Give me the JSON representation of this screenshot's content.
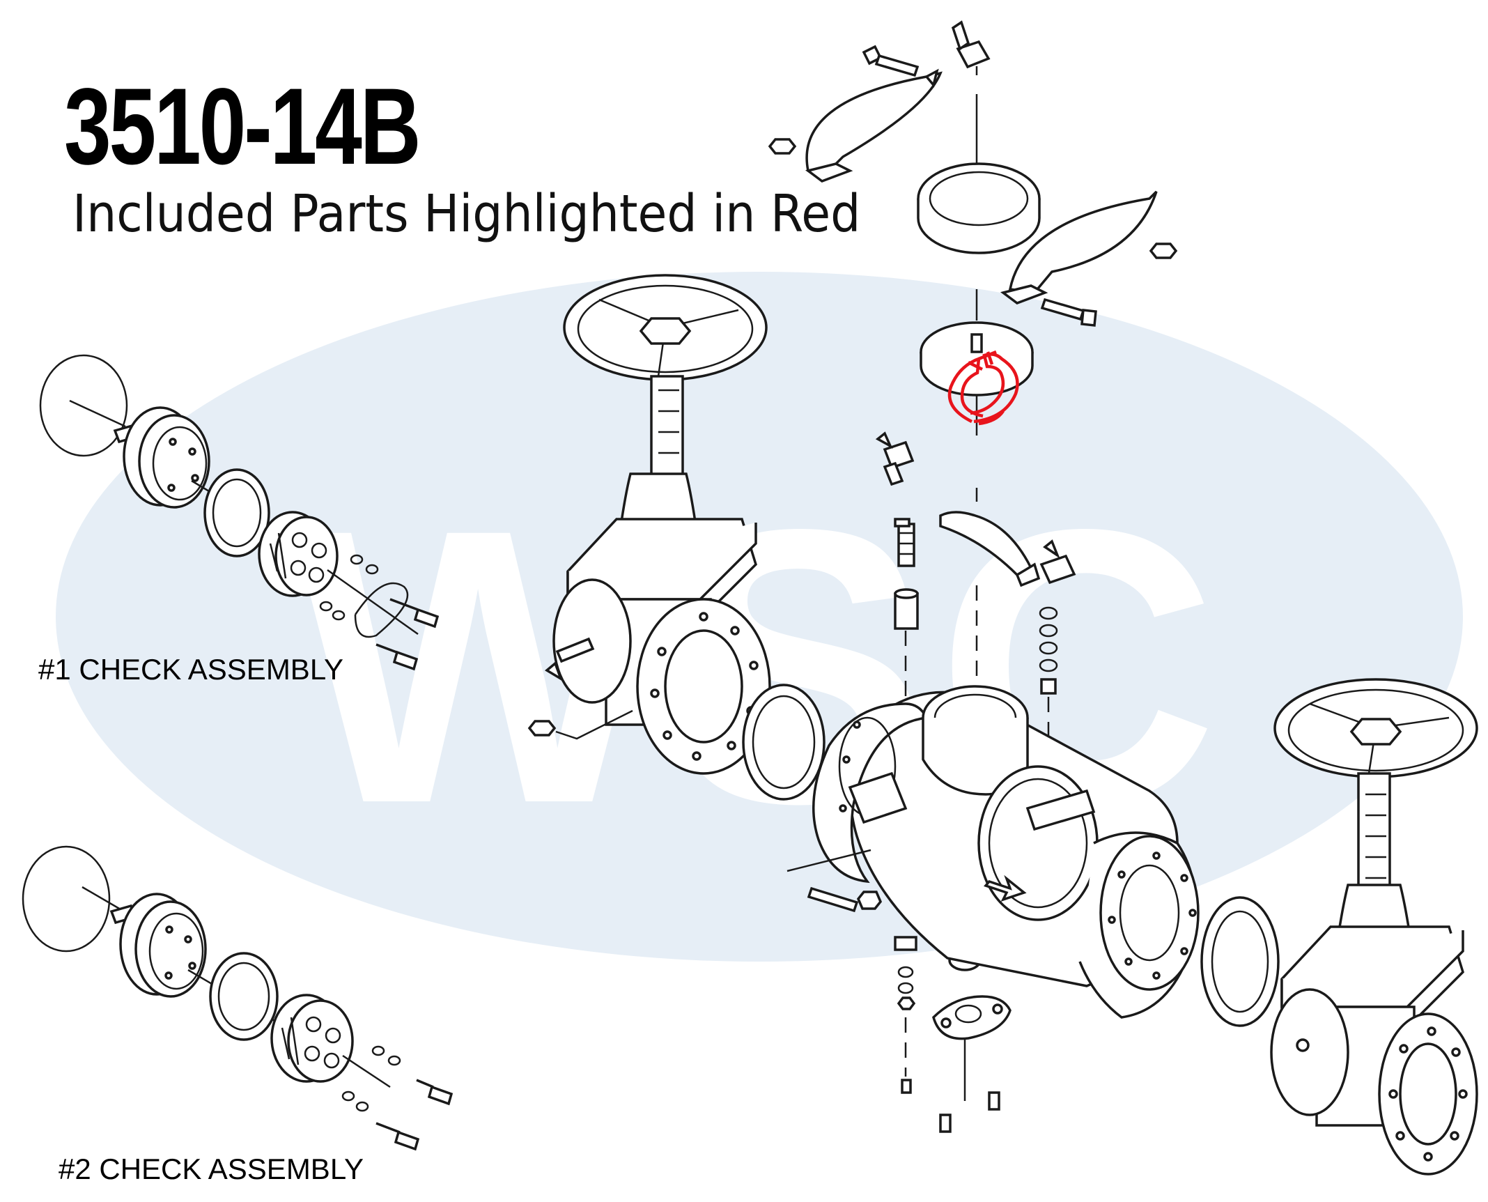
{
  "header": {
    "model_number": "3510-14B",
    "subtitle": "Included Parts Highlighted in Red"
  },
  "labels": {
    "check_assembly_1": "#1 CHECK ASSEMBLY",
    "check_assembly_2": "#2 CHECK ASSEMBLY"
  },
  "watermark": {
    "text": "WSC"
  },
  "colors": {
    "highlight": "#e8141c",
    "watermark_fill": "#e6eef6",
    "watermark_text": "#ffffff",
    "line_art": "#1a1a1a"
  }
}
